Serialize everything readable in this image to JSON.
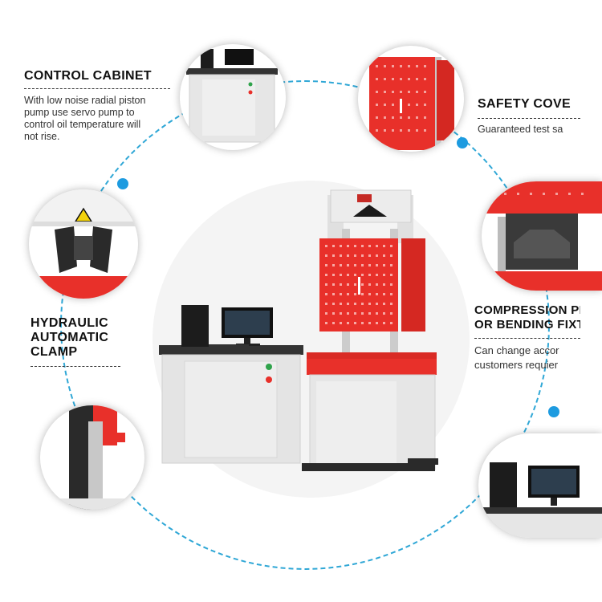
{
  "features": {
    "control_cabinet": {
      "title": "CONTROL CABINET",
      "desc": [
        "With low noise radial piston",
        "pump use servo pump to",
        "control oil temperature will",
        "not rise."
      ]
    },
    "safety_cover": {
      "title": "SAFETY COVE",
      "desc": [
        "Guaranteed test sa"
      ]
    },
    "hydraulic_clamp": {
      "title": [
        "HYDRAULIC",
        "AUTOMATIC",
        "CLAMP"
      ]
    },
    "compression_fixture": {
      "title": [
        "COMPRESSION PL",
        "OR BENDING FIXT"
      ],
      "desc": [
        "Can change accor",
        "customers requier"
      ]
    }
  },
  "colors": {
    "accent": "#e8302a",
    "ring": "#2fa7d6",
    "dot": "#1d9be0"
  }
}
